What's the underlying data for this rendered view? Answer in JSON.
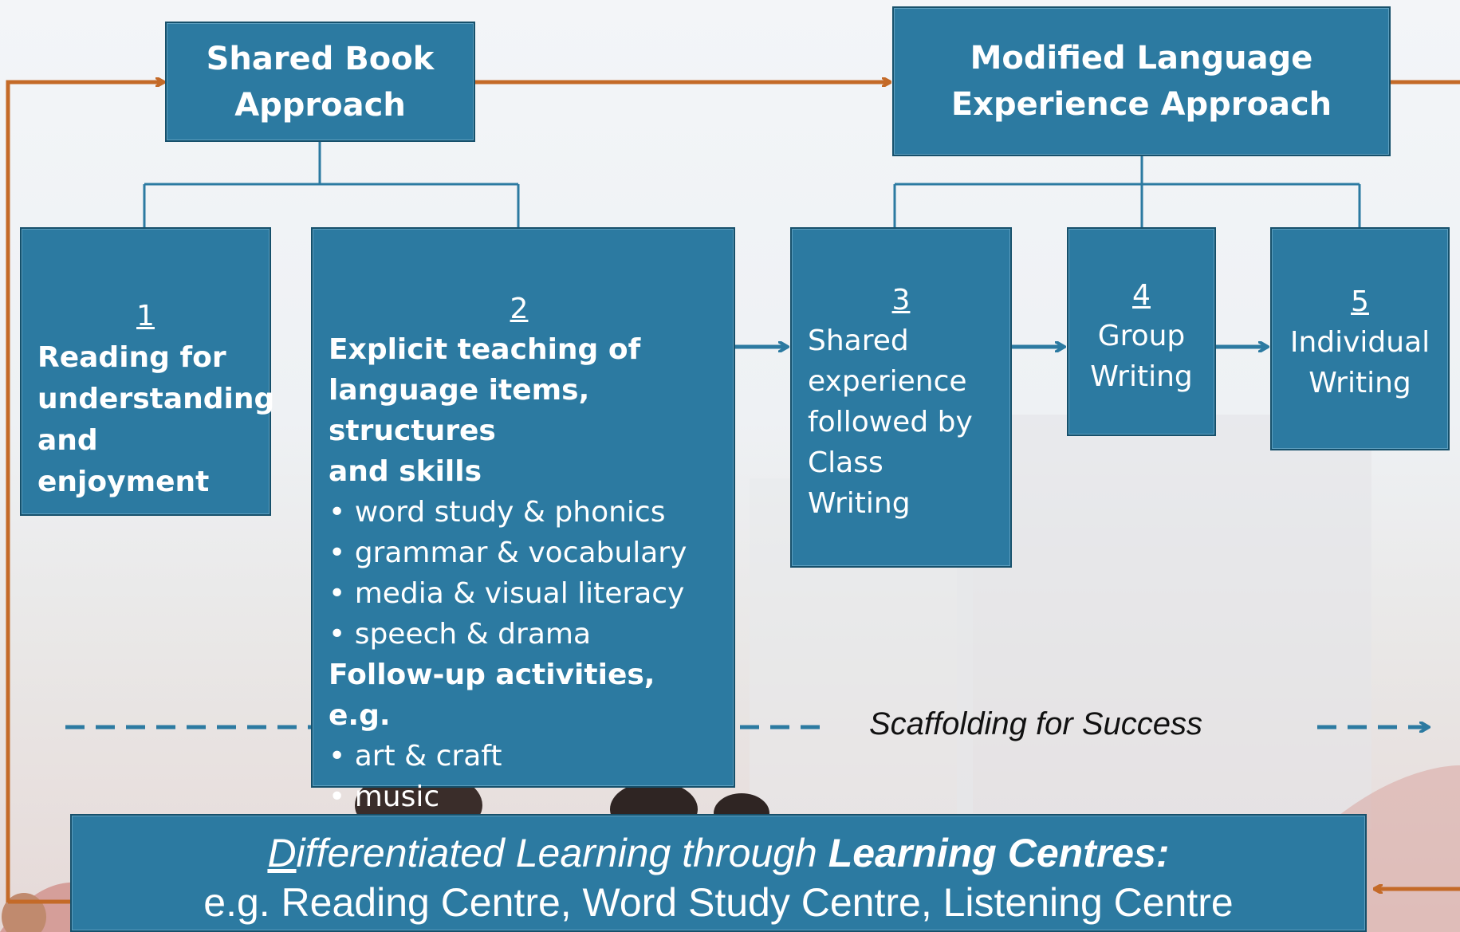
{
  "colors": {
    "box_fill": "#2c7aa1",
    "box_border": "#16506b",
    "arrow_orange": "#c46a28",
    "connector_blue": "#2c7aa1"
  },
  "header_boxes": {
    "shared_book": {
      "line1": "Shared Book",
      "line2": "Approach"
    },
    "mlea": {
      "line1": "Modified Language",
      "line2": "Experience Approach"
    }
  },
  "steps": {
    "s1": {
      "num": "1",
      "lines": [
        "Reading for",
        "understanding",
        "and enjoyment"
      ]
    },
    "s2": {
      "num": "2",
      "heading": [
        "Explicit teaching of",
        "language items, structures",
        "and skills"
      ],
      "items": [
        "word study & phonics",
        "grammar & vocabulary",
        "media & visual literacy",
        "speech & drama"
      ],
      "followup": "Follow-up activities, e.g.",
      "followup_items": [
        "art & craft",
        "music"
      ]
    },
    "s3": {
      "num": "3",
      "lines": [
        "Shared",
        "experience",
        "followed by",
        "Class",
        "Writing"
      ]
    },
    "s4": {
      "num": "4",
      "lines": [
        "Group",
        "Writing"
      ]
    },
    "s5": {
      "num": "5",
      "lines": [
        "Individual",
        "Writing"
      ]
    }
  },
  "scaffold_label": "Scaffolding for Success",
  "bottom": {
    "first_letter": "D",
    "italic_rest": "ifferentiated Learning through ",
    "bold_part": "Learning Centres:",
    "line2": "e.g. Reading Centre, Word Study Centre, Listening Centre"
  }
}
